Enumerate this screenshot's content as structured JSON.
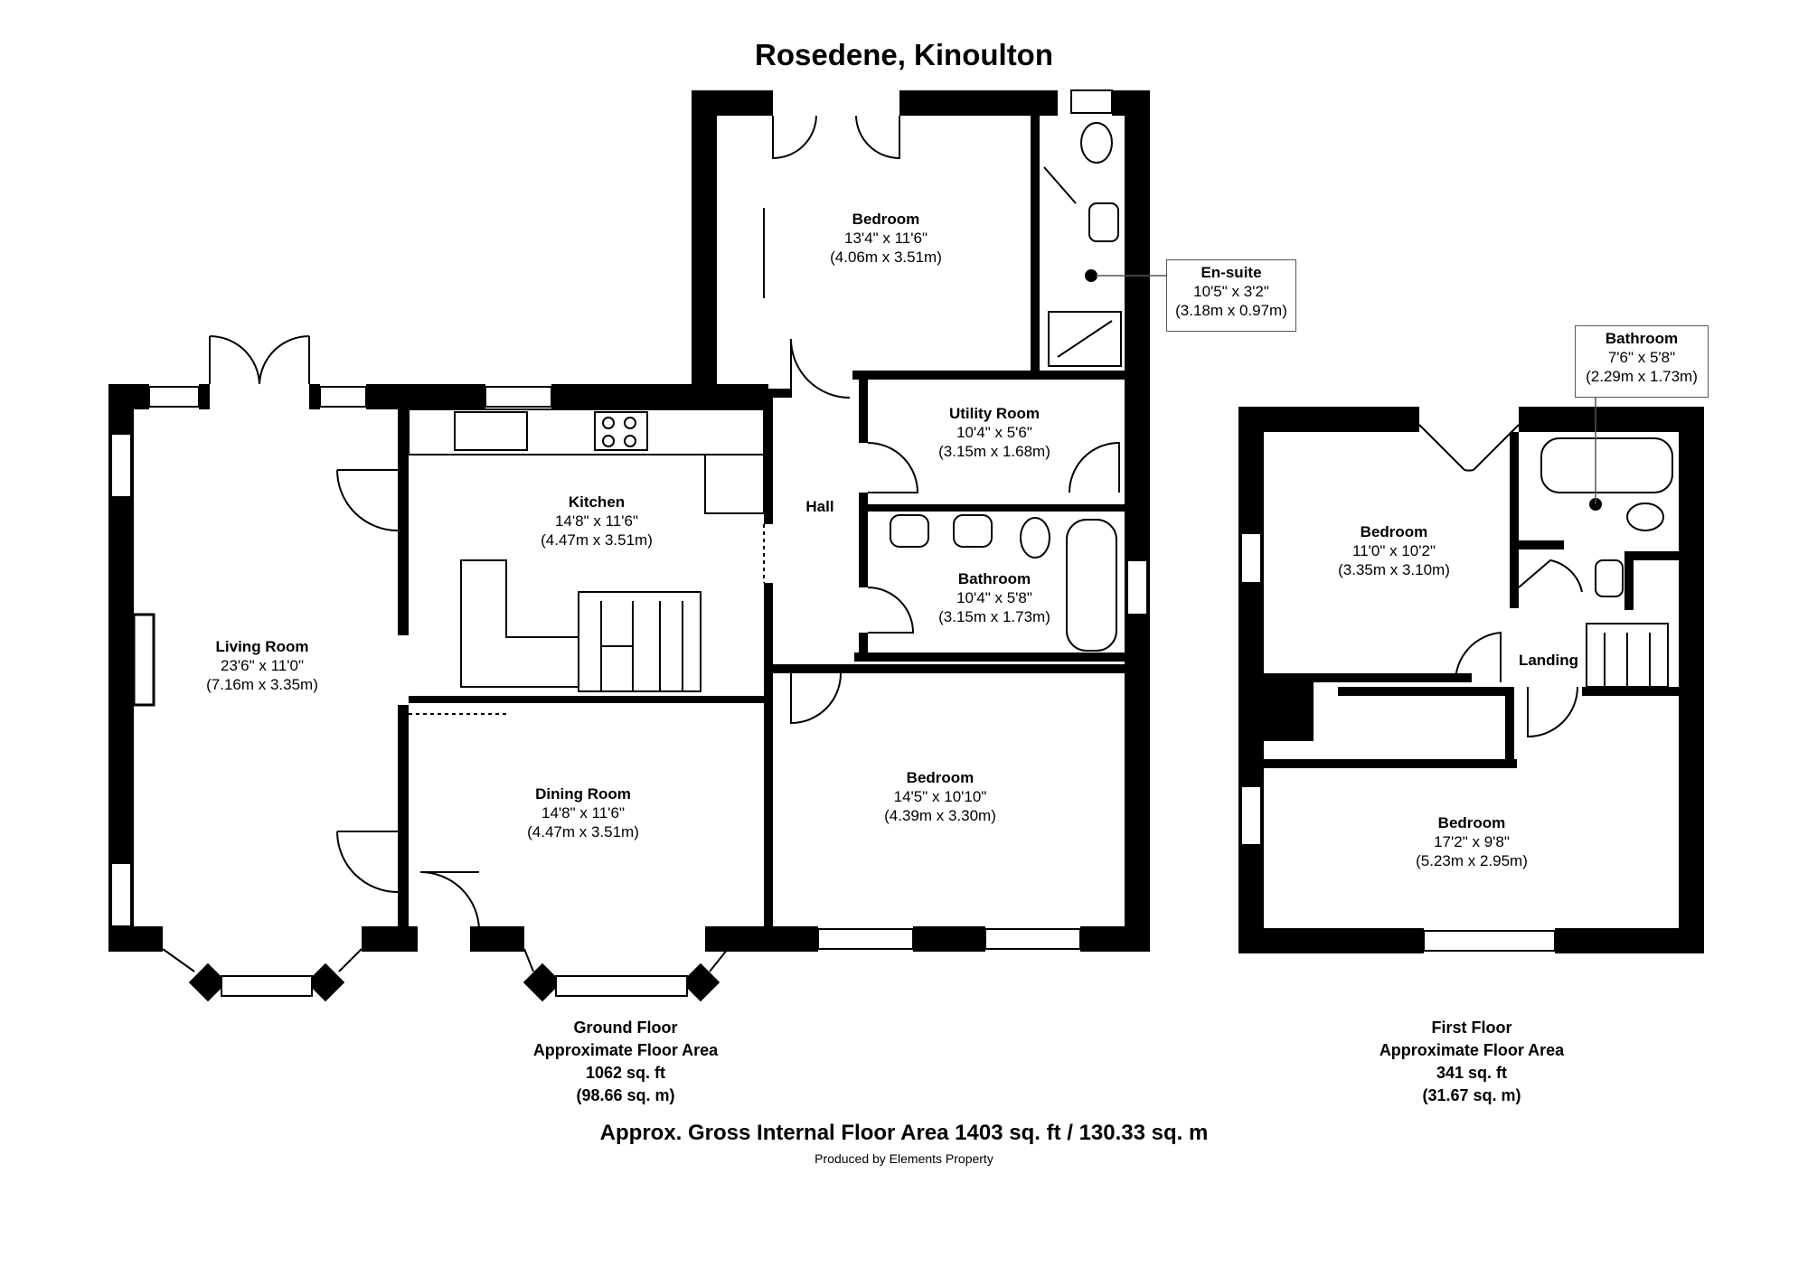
{
  "title": "Rosedene, Kinoulton",
  "rooms": {
    "bedroom_rear": {
      "name": "Bedroom",
      "dim_imperial": "13'4\" x 11'6\"",
      "dim_metric": "(4.06m x 3.51m)"
    },
    "ensuite": {
      "name": "En-suite",
      "dim_imperial": "10'5\" x 3'2\"",
      "dim_metric": "(3.18m x 0.97m)"
    },
    "utility": {
      "name": "Utility Room",
      "dim_imperial": "10'4\" x 5'6\"",
      "dim_metric": "(3.15m x 1.68m)"
    },
    "kitchen": {
      "name": "Kitchen",
      "dim_imperial": "14'8\" x 11'6\"",
      "dim_metric": "(4.47m x 3.51m)"
    },
    "hall": {
      "name": "Hall"
    },
    "bathroom_ground": {
      "name": "Bathroom",
      "dim_imperial": "10'4\" x 5'8\"",
      "dim_metric": "(3.15m x 1.73m)"
    },
    "living": {
      "name": "Living Room",
      "dim_imperial": "23'6\" x 11'0\"",
      "dim_metric": "(7.16m x 3.35m)"
    },
    "bedroom_front": {
      "name": "Bedroom",
      "dim_imperial": "14'5\" x 10'10\"",
      "dim_metric": "(4.39m x 3.30m)"
    },
    "dining": {
      "name": "Dining Room",
      "dim_imperial": "14'8\" x 11'6\"",
      "dim_metric": "(4.47m x 3.51m)"
    },
    "bathroom_first": {
      "name": "Bathroom",
      "dim_imperial": "7'6\" x 5'8\"",
      "dim_metric": "(2.29m x 1.73m)"
    },
    "bedroom_first_rear": {
      "name": "Bedroom",
      "dim_imperial": "11'0\" x 10'2\"",
      "dim_metric": "(3.35m x 3.10m)"
    },
    "landing": {
      "name": "Landing"
    },
    "bedroom_first_front": {
      "name": "Bedroom",
      "dim_imperial": "17'2\" x 9'8\"",
      "dim_metric": "(5.23m x 2.95m)"
    }
  },
  "floors": {
    "ground": {
      "line1": "Ground Floor",
      "line2": "Approximate Floor Area",
      "line3": "1062 sq. ft",
      "line4": "(98.66 sq. m)"
    },
    "first": {
      "line1": "First Floor",
      "line2": "Approximate Floor Area",
      "line3": "341 sq. ft",
      "line4": "(31.67 sq. m)"
    }
  },
  "gross_area": "Approx. Gross Internal Floor Area 1403 sq. ft / 130.33 sq. m",
  "credit": "Produced by Elements Property"
}
